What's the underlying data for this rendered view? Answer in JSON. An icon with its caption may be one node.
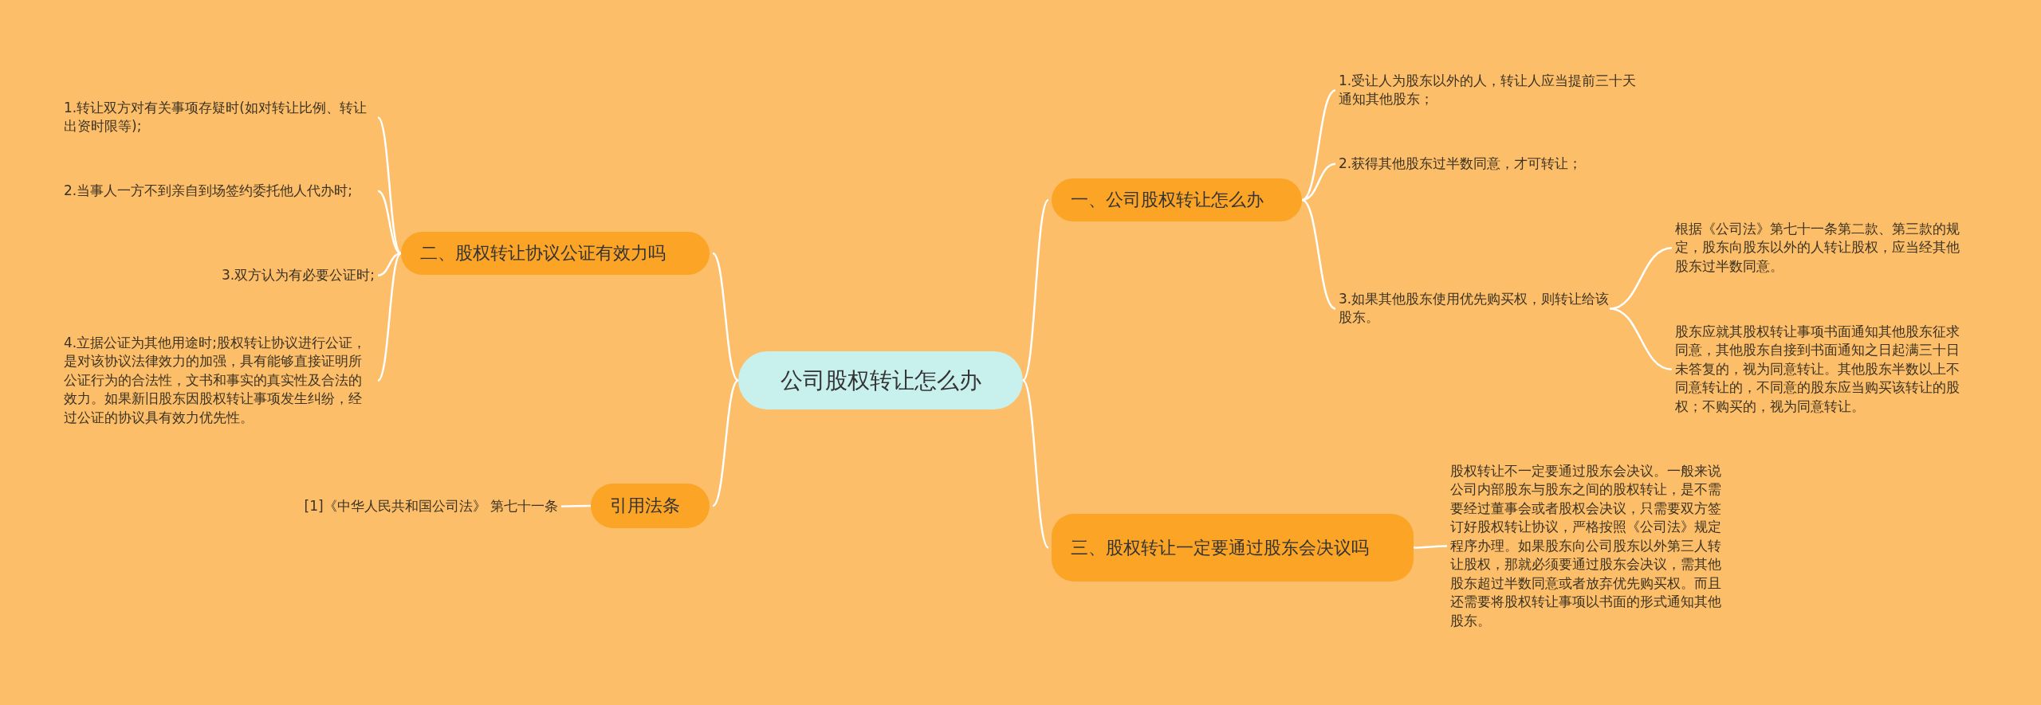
{
  "diagram": {
    "nodes": [
      {
        "text": [
          "公司股权转让怎么办"
        ]
      },
      {
        "text": [
          "一、公司股权转让怎么办"
        ]
      },
      {
        "text": [
          "1.受让人为股东以外的人，转让人应当提前三十天通知其他股东；"
        ]
      },
      {
        "text": [
          "2.获得其他股东过半数同意，才可转让；"
        ]
      },
      {
        "text": [
          "3.如果其他股东使用优先购买权，则转让给该股东。"
        ]
      },
      {
        "text": [
          "根据《公司法》第七十一条第二款、第三款的规定，股东向股东以外的人转让股权，应当经其他股东过半数同意。"
        ]
      },
      {
        "text": [
          "股东应就其股权转让事项书面通知其他股东征求同意，其他股东自接到书面通知之日起满三十日未答复的，视为同意转让。其他股东半数以上不同意转让的，不同意的股东应当购买该转让的股权；不购买的，视为同意转让。"
        ]
      },
      {
        "text": [
          "二、股权转让协议公证有效力吗"
        ]
      },
      {
        "text": [
          "1.转让双方对有关事项存疑时(如对转让比例、转让出资时限等);"
        ]
      },
      {
        "text": [
          "2.当事人一方不到亲自到场签约委托他人代办时;"
        ]
      },
      {
        "text": [
          "3.双方认为有必要公证时;"
        ]
      },
      {
        "text": [
          "4.立据公证为其他用途时;股权转让协议进行公证，是对该协议法律效力的加强，具有能够直接证明所公证行为的合法性，文书和事实的真实性及合法的效力。如果新旧股东因股权转让事项发生纠纷，经过公证的协议具有效力优先性。"
        ]
      },
      {
        "text": [
          "三、股权转让一定要通过股东会决议吗"
        ]
      },
      {
        "text": [
          "股权转让不一定要通过股东会决议。一般来说公司内部股东与股东之间的股权转让，是不需要经过董事会或者股权会决议，只需要双方签订好股权转让协议，严格按照《公司法》规定程序办理。如果股东向公司股东以外第三人转让股权，那就必须要通过股东会决议，需其他股东超过半数同意或者放弃优先购买权。而且还需要将股权转让事项以书面的形式通知其他股东。"
        ]
      },
      {
        "text": [
          "引用法条"
        ]
      },
      {
        "text": [
          "[1]《中华人民共和国公司法》 第七十一条"
        ]
      }
    ],
    "edges": [
      {
        "from": 0,
        "to": 1,
        "arrow": "none"
      },
      {
        "from": 0,
        "to": 7,
        "arrow": "none"
      },
      {
        "from": 0,
        "to": 12,
        "arrow": "none"
      },
      {
        "from": 0,
        "to": 14,
        "arrow": "none"
      },
      {
        "from": 1,
        "to": 2,
        "arrow": "none"
      },
      {
        "from": 1,
        "to": 3,
        "arrow": "none"
      },
      {
        "from": 1,
        "to": 4,
        "arrow": "none"
      },
      {
        "from": 4,
        "to": 5,
        "arrow": "none"
      },
      {
        "from": 4,
        "to": 6,
        "arrow": "none"
      },
      {
        "from": 7,
        "to": 8,
        "arrow": "none"
      },
      {
        "from": 7,
        "to": 9,
        "arrow": "none"
      },
      {
        "from": 7,
        "to": 10,
        "arrow": "none"
      },
      {
        "from": 7,
        "to": 11,
        "arrow": "none"
      },
      {
        "from": 12,
        "to": 13,
        "arrow": "none"
      },
      {
        "from": 14,
        "to": 15,
        "arrow": "none"
      }
    ]
  }
}
